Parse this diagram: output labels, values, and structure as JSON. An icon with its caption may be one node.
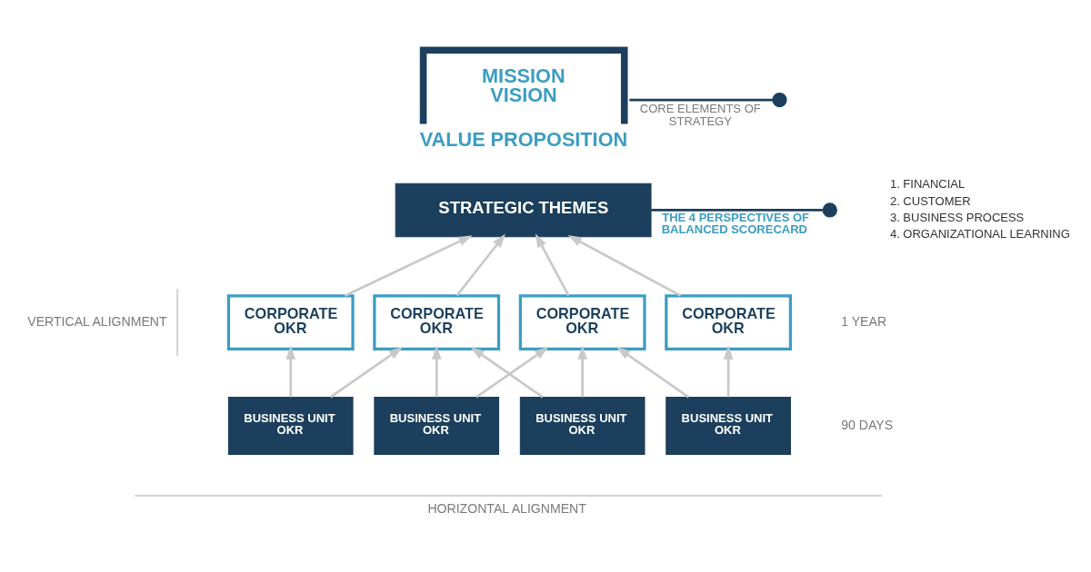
{
  "diagram": {
    "nodes": [
      {
        "text": [
          "MISSION",
          "VISION",
          "VALUE PROPOSITION"
        ]
      },
      {
        "text": [],
        "shape": "circle"
      },
      {
        "text": [
          "STRATEGIC THEMES"
        ]
      },
      {
        "text": [],
        "shape": "circle"
      },
      {
        "text": [
          "CORPORATE OKR"
        ]
      },
      {
        "text": [
          "CORPORATE OKR"
        ]
      },
      {
        "text": [
          "CORPORATE OKR"
        ]
      },
      {
        "text": [
          "CORPORATE OKR"
        ]
      },
      {
        "text": [
          "BUSINESS UNIT OKR"
        ]
      },
      {
        "text": [
          "BUSINESS UNIT OKR"
        ]
      },
      {
        "text": [
          "BUSINESS UNIT OKR"
        ]
      },
      {
        "text": [
          "BUSINESS UNIT OKR"
        ]
      }
    ],
    "edges": [
      {
        "from": 0,
        "to": 1,
        "arrow": "none",
        "label": "CORE ELEMENTS OF STRATEGY",
        "color": "#1b3f5c"
      },
      {
        "from": 2,
        "to": 3,
        "arrow": "none",
        "label": "THE 4 PERSPECTIVES OF BALANCED SCORECARD",
        "color": "#1b3f5c"
      },
      {
        "from": 4,
        "to": 2,
        "arrow": "to"
      },
      {
        "from": 5,
        "to": 2,
        "arrow": "to"
      },
      {
        "from": 6,
        "to": 2,
        "arrow": "to"
      },
      {
        "from": 7,
        "to": 2,
        "arrow": "to"
      },
      {
        "from": 8,
        "to": 4,
        "arrow": "to"
      },
      {
        "from": 8,
        "to": 5,
        "arrow": "to"
      },
      {
        "from": 9,
        "to": 5,
        "arrow": "to"
      },
      {
        "from": 9,
        "to": 6,
        "arrow": "to"
      },
      {
        "from": 10,
        "to": 5,
        "arrow": "to"
      },
      {
        "from": 10,
        "to": 6,
        "arrow": "to"
      },
      {
        "from": 11,
        "to": 6,
        "arrow": "to"
      },
      {
        "from": 11,
        "to": 7,
        "arrow": "to"
      }
    ],
    "labels": [
      "1. FINANCIAL",
      "2. CUSTOMER",
      "3. BUSINESS PROCESS",
      "4. ORGANIZATIONAL LEARNING",
      "VERTICAL ALIGNMENT",
      "1 YEAR",
      "90 DAYS",
      "HORIZONTAL ALIGNMENT"
    ]
  }
}
